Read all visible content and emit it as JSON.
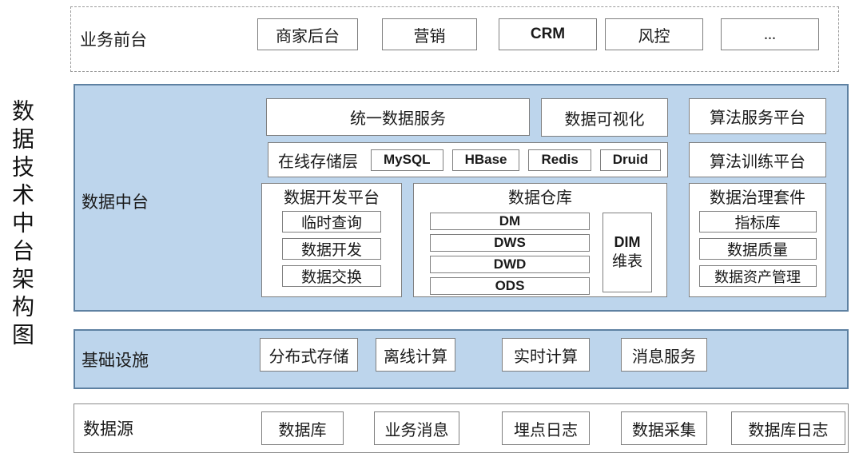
{
  "title": {
    "vertical_text": "数据技术中台架构图"
  },
  "colors": {
    "section_fill": "#bdd5ec",
    "section_border": "#5e81a2",
    "box_border": "#7f7f7f",
    "dashed_border": "#9a9a9a",
    "text": "#1a1a1a"
  },
  "business_front": {
    "label": "业务前台",
    "items": [
      "商家后台",
      "营销",
      "CRM",
      "风控",
      "..."
    ]
  },
  "data_platform": {
    "label": "数据中台",
    "unified_service": "统一数据服务",
    "visualization": "数据可视化",
    "algo_service": "算法服务平台",
    "online_storage": {
      "label": "在线存储层",
      "items": [
        "MySQL",
        "HBase",
        "Redis",
        "Druid"
      ]
    },
    "algo_training": "算法训练平台",
    "dev_platform": {
      "title": "数据开发平台",
      "items": [
        "临时查询",
        "数据开发",
        "数据交换"
      ]
    },
    "warehouse": {
      "title": "数据仓库",
      "layers": [
        "DM",
        "DWS",
        "DWD",
        "ODS"
      ],
      "dim": {
        "line1": "DIM",
        "line2": "维表"
      }
    },
    "governance": {
      "title": "数据治理套件",
      "items": [
        "指标库",
        "数据质量",
        "数据资产管理"
      ]
    }
  },
  "infrastructure": {
    "label": "基础设施",
    "items": [
      "分布式存储",
      "离线计算",
      "实时计算",
      "消息服务"
    ]
  },
  "data_sources": {
    "label": "数据源",
    "items": [
      "数据库",
      "业务消息",
      "埋点日志",
      "数据采集",
      "数据库日志"
    ]
  }
}
